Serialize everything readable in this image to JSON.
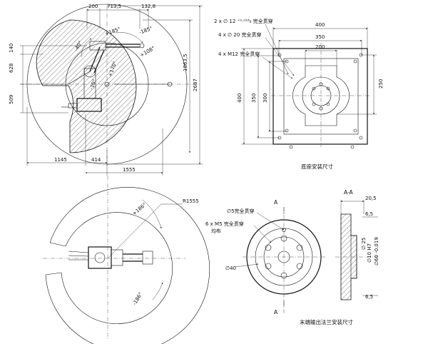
{
  "top_left_view": {
    "dims_top": [
      "200",
      "713,5",
      "132,8"
    ],
    "angles": [
      "+185°",
      "-185°",
      "-40°",
      "+108°",
      "+170°",
      "-10°"
    ],
    "dims_left": [
      "140",
      "628",
      "509"
    ],
    "dims_right": [
      "1863,5",
      "2687"
    ],
    "dims_bottom": [
      "1145",
      "414",
      "1555"
    ]
  },
  "base_view": {
    "holes": [
      "2 x ∅ 12 ⁺⁰·⁰¹⁸₀ 完全贯穿",
      "4 x ∅ 20 完全贯穿",
      "4 x M12 完全贯穿"
    ],
    "dims_top": [
      "400",
      "350",
      "200"
    ],
    "dims_left": [
      "400",
      "350",
      "300"
    ],
    "dim_right": "250",
    "caption": "底座安装尺寸"
  },
  "top_view": {
    "radius": "R1555",
    "angles": [
      "+186°",
      "-186°"
    ]
  },
  "flange_view": {
    "section_label": "A",
    "holes": [
      "∅5完全贯穿",
      "6 x M5 完全贯穿",
      "均布"
    ],
    "dia": "∅40",
    "section_title": "A-A",
    "dims": [
      "20,5",
      "6,5",
      "∅ 25",
      "∅10 H7",
      "∅60 -0.019",
      "6,5"
    ],
    "caption": "末端输出法兰安装尺寸"
  }
}
